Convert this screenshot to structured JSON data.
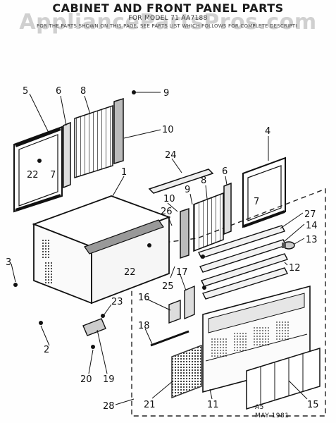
{
  "header": {
    "title": "CABINET AND FRONT PANEL PARTS",
    "subtitle": "FOR MODEL 71 AA7188",
    "caption": "FOR THE PARTS SHOWN ON THIS PAGE, SEE PARTS LIST WHICH FOLLOWS FOR COMPLETE DESCRIPTION",
    "watermark": "AppliancePartsPros.com"
  },
  "callouts": {
    "c1": "1",
    "c2": "2",
    "c3": "3",
    "c4": "4",
    "c5": "5",
    "c6a": "6",
    "c6b": "6",
    "c7a": "7",
    "c7b": "7",
    "c8a": "8",
    "c8b": "8",
    "c9a": "9",
    "c9b": "9",
    "c10a": "10",
    "c10b": "10",
    "c11": "11",
    "c12": "12",
    "c13": "13",
    "c14": "14",
    "c15": "15",
    "c16": "16",
    "c17": "17",
    "c18": "18",
    "c19": "19",
    "c20": "20",
    "c21": "21",
    "c22a": "22",
    "c22b": "22",
    "c23": "23",
    "c24": "24",
    "c25": "25",
    "c26": "26",
    "c27": "27",
    "c28": "28"
  },
  "footer": {
    "code": "A5",
    "date": "MAY 1981"
  }
}
